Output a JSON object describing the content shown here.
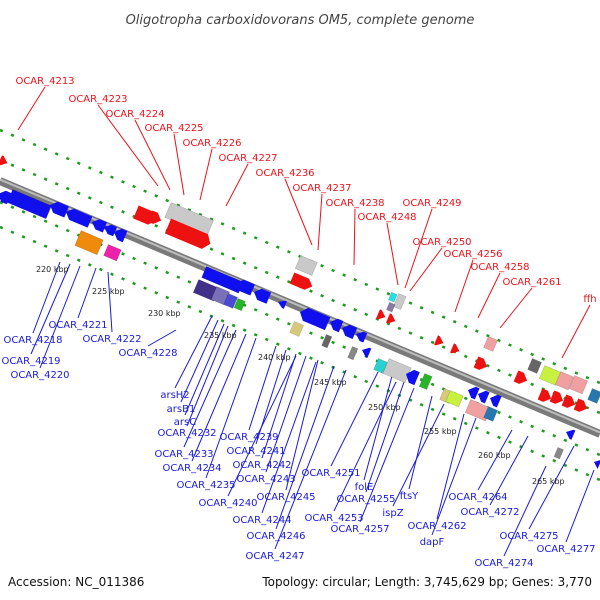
{
  "title": "Oligotropha carboxidovorans OM5, complete genome",
  "accession": "Accession: NC_011386",
  "summary": "Topology: circular; Length: 3,745,629 bp; Genes: 3,770",
  "kbp_ticks": [
    "220 kbp",
    "225 kbp",
    "230 kbp",
    "235 kbp",
    "240 kbp",
    "245 kbp",
    "250 kbp",
    "255 kbp",
    "260 kbp",
    "265 kbp"
  ],
  "labels_top": [
    "OCAR_4213",
    "OCAR_4223",
    "OCAR_4224",
    "OCAR_4225",
    "OCAR_4226",
    "OCAR_4227",
    "OCAR_4236",
    "OCAR_4237",
    "OCAR_4238",
    "OCAR_4248",
    "OCAR_4249",
    "OCAR_4250",
    "OCAR_4256",
    "OCAR_4258",
    "OCAR_4261",
    "ffh"
  ],
  "labels_bottom": [
    "OCAR_4218",
    "OCAR_4219",
    "OCAR_4220",
    "OCAR_4221",
    "OCAR_4222",
    "OCAR_4228",
    "arsH2",
    "arsB1",
    "arsC",
    "OCAR_4232",
    "OCAR_4233",
    "OCAR_4234",
    "OCAR_4235",
    "OCAR_4240",
    "OCAR_4239",
    "OCAR_4241",
    "OCAR_4242",
    "OCAR_4243",
    "OCAR_4245",
    "OCAR_4244",
    "OCAR_4246",
    "OCAR_4247",
    "OCAR_4251",
    "folE",
    "OCAR_4255",
    "OCAR_4253",
    "OCAR_4257",
    "ftsY",
    "ispZ",
    "OCAR_4262",
    "dapF",
    "OCAR_4264",
    "OCAR_4272",
    "OCAR_4275",
    "OCAR_4274",
    "OCAR_4277"
  ],
  "colors": {
    "forward_gene": "#ee1111",
    "reverse_gene": "#1010ee",
    "backbone": "#888888",
    "dots": "#1e9a1e",
    "label_top": "#e8141c",
    "label_bottom": "#1a1ad8"
  }
}
